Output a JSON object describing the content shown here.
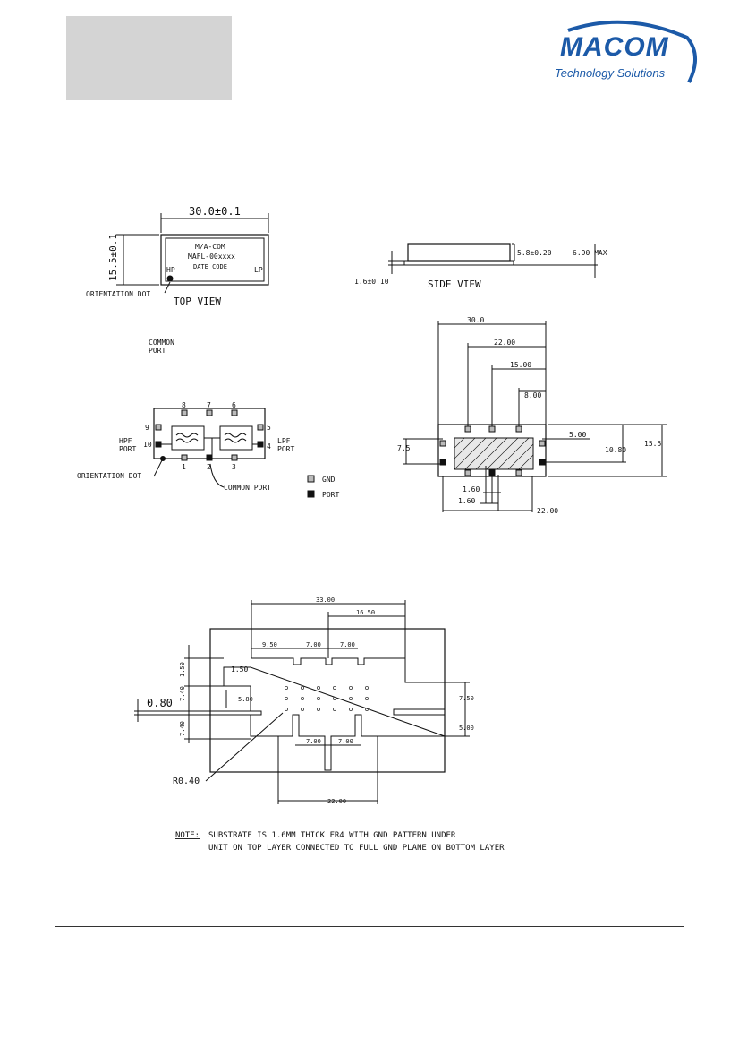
{
  "brand": {
    "name": "MACOM",
    "tagline": "Technology Solutions",
    "color": "#1c5aa8"
  },
  "top_view": {
    "width_dim": "30.0±0.1",
    "height_dim": "15.5±0.1",
    "marking_line1": "M/A-COM",
    "marking_line2": "MAFL-00xxxx",
    "marking_line3": "DATE CODE",
    "hp": "HP",
    "lp": "LP",
    "orientation_dot": "ORIENTATION DOT",
    "title": "TOP VIEW"
  },
  "side_view": {
    "height_dim": "5.8±0.20",
    "max_dim": "6.90 MAX",
    "base_dim": "1.6±0.10",
    "title": "SIDE VIEW"
  },
  "schematic": {
    "common_port_label": "COMMON\nPORT",
    "pins": [
      "1",
      "2",
      "3",
      "4",
      "5",
      "6",
      "7",
      "8",
      "9",
      "10"
    ],
    "hpf_port": "HPF\nPORT",
    "lpf_port": "LPF\nPORT",
    "orientation_dot": "ORIENTATION DOT",
    "common_port": "COMMON PORT",
    "legend_gnd": "GND",
    "legend_port": "PORT"
  },
  "bottom_view": {
    "dims": [
      "30.0",
      "22.00",
      "15.00",
      "8.00",
      "5.00",
      "7.5",
      "10.80",
      "15.5",
      "1.60",
      "1.60",
      "22.00"
    ]
  },
  "pcb_layout": {
    "dims": [
      "33.00",
      "16.50",
      "9.50",
      "7.00",
      "7.00",
      "1.50",
      "1.50",
      "7.40",
      "7.40",
      "5.80",
      "0.80",
      "7.50",
      "5.00",
      "7.00",
      "7.00",
      "R0.40",
      "22.00"
    ]
  },
  "note": {
    "label": "NOTE:",
    "line1": "SUBSTRATE IS 1.6MM THICK FR4 WITH GND PATTERN UNDER",
    "line2": "UNIT ON TOP LAYER CONNECTED TO FULL GND PLANE ON BOTTOM LAYER"
  }
}
